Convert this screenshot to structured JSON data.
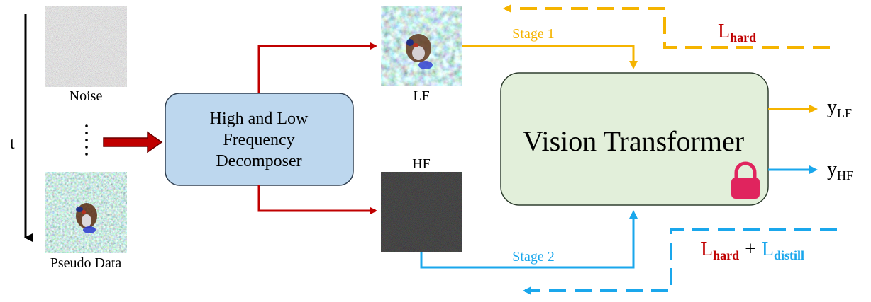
{
  "time_axis": {
    "label": "t"
  },
  "inputs": {
    "noise_label": "Noise",
    "ellipsis": "⋮",
    "pseudo_label": "Pseudo Data"
  },
  "decomposer": {
    "line1": "High and Low",
    "line2": "Frequency",
    "line3": "Decomposer"
  },
  "outputs": {
    "lf_label": "LF",
    "hf_label": "HF"
  },
  "stages": {
    "stage1": "Stage 1",
    "stage2": "Stage 2"
  },
  "model": {
    "title": "Vision Transformer",
    "lock_icon": "lock-icon"
  },
  "predictions": {
    "y_lf_main": "y",
    "y_lf_sub": "LF",
    "y_hf_main": "y",
    "y_hf_sub": "HF"
  },
  "losses": {
    "stage1_L": "L",
    "stage1_sub": "hard",
    "stage2_L1": "L",
    "stage2_sub1": "hard",
    "plus": "+",
    "stage2_L2": "L",
    "stage2_sub2": "distill"
  },
  "colors": {
    "red": "#c00000",
    "gold": "#f5b400",
    "blue": "#1aa7ec",
    "decomposer_fill": "#bdd7ee",
    "vit_fill": "#e2efda",
    "lock": "#e0245e"
  }
}
